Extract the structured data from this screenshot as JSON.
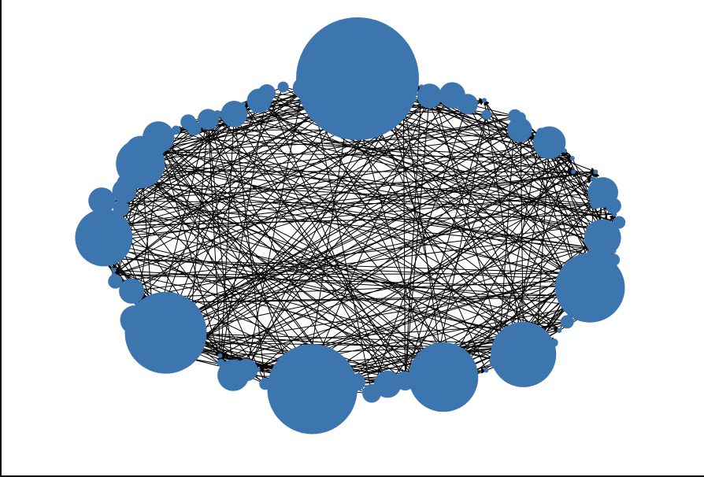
{
  "graph": {
    "node_count": 120,
    "edge_count": 420,
    "directed": true,
    "size_range": [
      2,
      150
    ],
    "hubs": [
      {
        "angle_deg": 270,
        "size": 150
      },
      {
        "angle_deg": 100,
        "size": 110
      },
      {
        "angle_deg": 140,
        "size": 100
      },
      {
        "angle_deg": 180,
        "size": 70
      },
      {
        "angle_deg": 210,
        "size": 60
      },
      {
        "angle_deg": 20,
        "size": 85
      },
      {
        "angle_deg": 50,
        "size": 80
      },
      {
        "angle_deg": 70,
        "size": 85
      },
      {
        "angle_deg": 0,
        "size": 45
      },
      {
        "angle_deg": 320,
        "size": 40
      }
    ]
  },
  "colors": {
    "node": "#3d76af",
    "edge": "#000000",
    "background": "#ffffff",
    "frame": "#111111"
  }
}
